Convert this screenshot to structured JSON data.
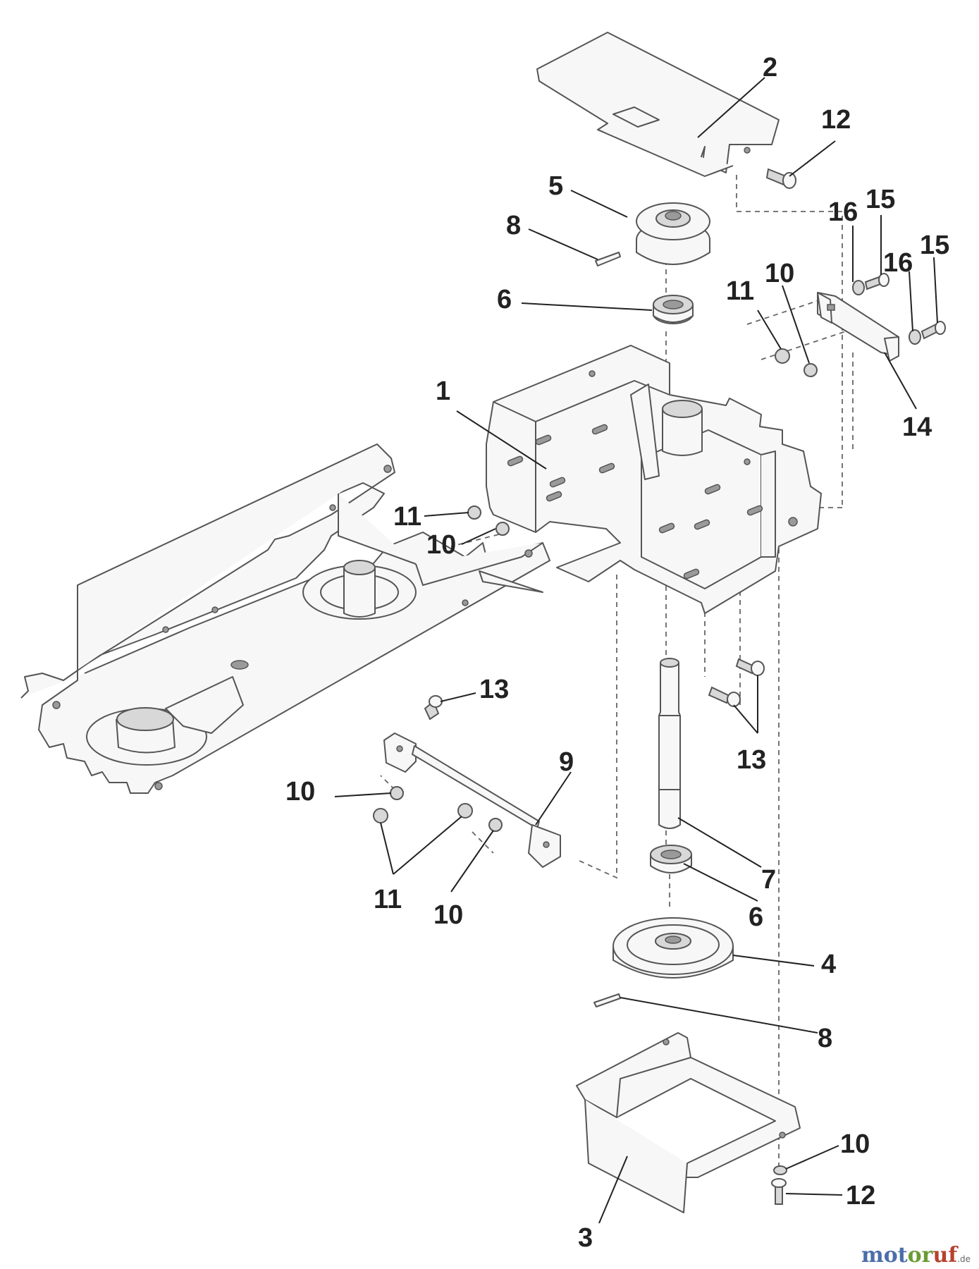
{
  "callouts": [
    {
      "id": "c2",
      "text": "2"
    },
    {
      "id": "c12a",
      "text": "12"
    },
    {
      "id": "c5",
      "text": "5"
    },
    {
      "id": "c8a",
      "text": "8"
    },
    {
      "id": "c16a",
      "text": "16"
    },
    {
      "id": "c15a",
      "text": "15"
    },
    {
      "id": "c16b",
      "text": "16"
    },
    {
      "id": "c15b",
      "text": "15"
    },
    {
      "id": "c11a",
      "text": "11"
    },
    {
      "id": "c10a",
      "text": "10"
    },
    {
      "id": "c6a",
      "text": "6"
    },
    {
      "id": "c14",
      "text": "14"
    },
    {
      "id": "c1",
      "text": "1"
    },
    {
      "id": "c11b",
      "text": "11"
    },
    {
      "id": "c10b",
      "text": "10"
    },
    {
      "id": "c13a",
      "text": "13"
    },
    {
      "id": "c9",
      "text": "9"
    },
    {
      "id": "c13b",
      "text": "13"
    },
    {
      "id": "c10c",
      "text": "10"
    },
    {
      "id": "c11c",
      "text": "11"
    },
    {
      "id": "c10d",
      "text": "10"
    },
    {
      "id": "c7",
      "text": "7"
    },
    {
      "id": "c6b",
      "text": "6"
    },
    {
      "id": "c4",
      "text": "4"
    },
    {
      "id": "c8b",
      "text": "8"
    },
    {
      "id": "c10e",
      "text": "10"
    },
    {
      "id": "c12b",
      "text": "12"
    },
    {
      "id": "c3",
      "text": "3"
    }
  ],
  "watermark": {
    "part1": "mot",
    "part2": "or",
    "part3": "uf",
    "suffix": ".de"
  }
}
